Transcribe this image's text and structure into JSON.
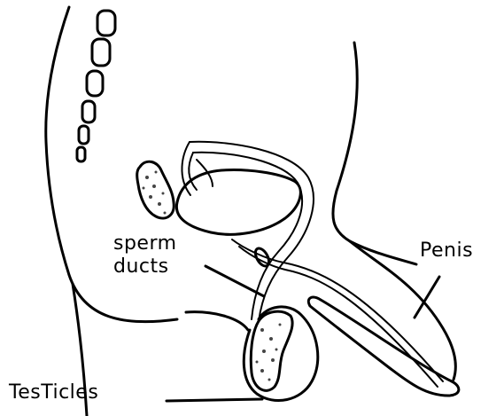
{
  "labels": {
    "penis": "Penis",
    "sperm_ducts_line1": "sperm",
    "sperm_ducts_line2": "ducts",
    "testicles": "TesTicles"
  },
  "colors": {
    "ink": "#000000",
    "background": "#ffffff"
  }
}
